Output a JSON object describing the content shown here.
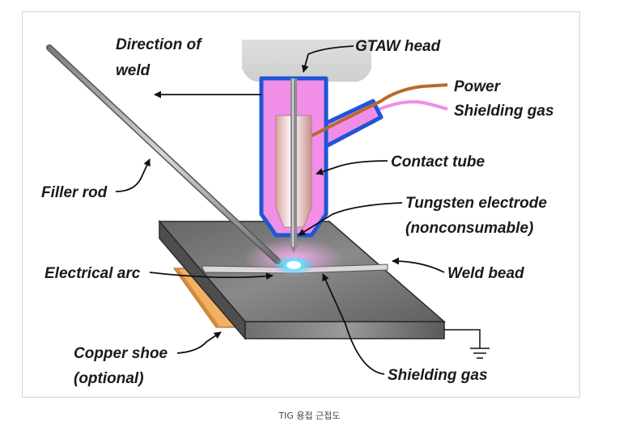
{
  "labels": {
    "direction_of_weld": [
      "Direction of",
      "weld"
    ],
    "gtaw_head": "GTAW head",
    "power": "Power",
    "shielding_gas_top": "Shielding gas",
    "contact_tube": "Contact tube",
    "filler_rod": "Filler rod",
    "tungsten_electrode": [
      "Tungsten electrode",
      "(nonconsumable)"
    ],
    "electrical_arc": "Electrical arc",
    "weld_bead": "Weld bead",
    "copper_shoe": [
      "Copper shoe",
      "(optional)"
    ],
    "shielding_gas_bottom": "Shielding gas"
  },
  "caption": "TIG 용접 근접도",
  "colors": {
    "nozzle_outline": "#1f55d6",
    "gas_flow": "#f08ee8",
    "power_cable": "#b86a2a",
    "plate_top": "#7b7b7b",
    "plate_side": "#5e5e5e",
    "copper_shoe": "#f2b062",
    "arc_glow": "#38d8ff"
  }
}
